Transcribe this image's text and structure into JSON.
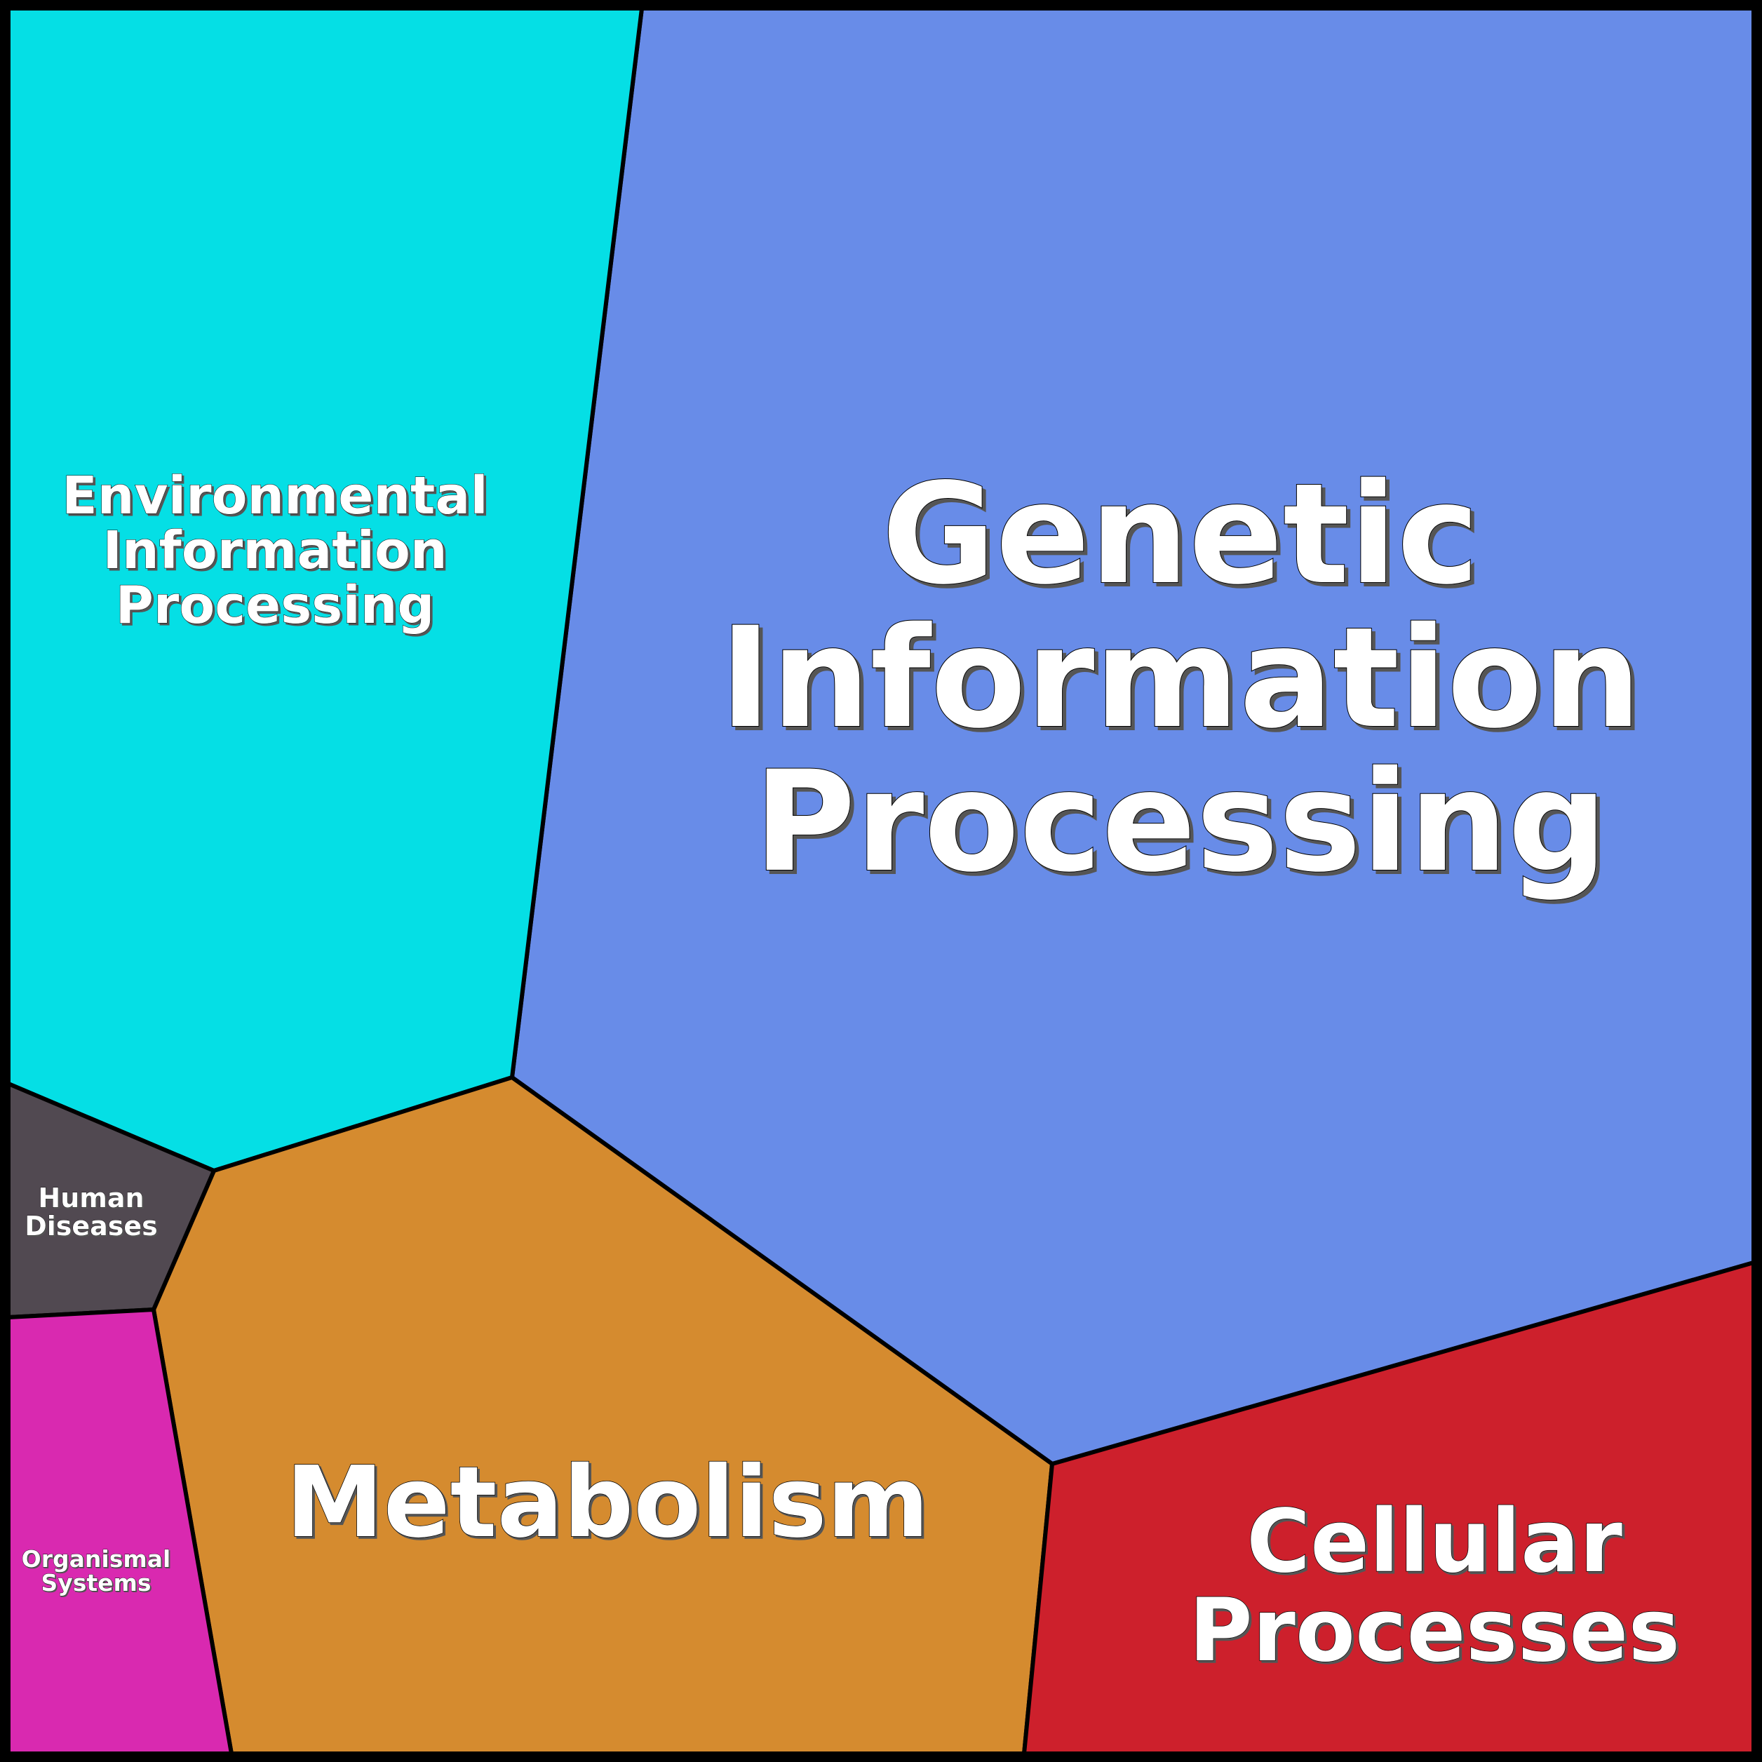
{
  "diagram": {
    "type": "voronoi-treemap",
    "frame_color": "#000000",
    "cells": [
      {
        "id": "genetic",
        "name": "genetic-information-processing-cell",
        "lines": [
          "Genetic",
          "Information",
          "Processing"
        ],
        "color": "#688CE8"
      },
      {
        "id": "environmental",
        "name": "environmental-information-processing-cell",
        "lines": [
          "Environmental",
          "Information",
          "Processing"
        ],
        "color": "#05DFE5"
      },
      {
        "id": "metabolism",
        "name": "metabolism-cell",
        "lines": [
          "Metabolism"
        ],
        "color": "#D58B2F"
      },
      {
        "id": "cellular",
        "name": "cellular-processes-cell",
        "lines": [
          "Cellular",
          "Processes"
        ],
        "color": "#CD202C"
      },
      {
        "id": "human",
        "name": "human-diseases-cell",
        "lines": [
          "Human",
          "Diseases"
        ],
        "color": "#514951"
      },
      {
        "id": "organismal",
        "name": "organismal-systems-cell",
        "lines": [
          "Organismal",
          "Systems"
        ],
        "color": "#D929B0"
      }
    ]
  }
}
